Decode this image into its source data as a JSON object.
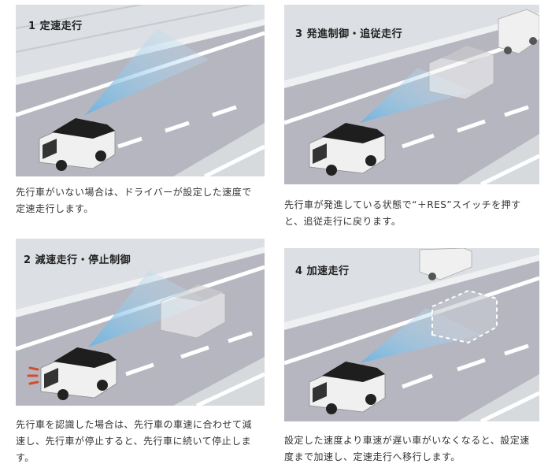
{
  "colors": {
    "road": "#b4b4be",
    "lane": "#ffffff",
    "wall": "#d8dce0",
    "beam": "#8fc6e6",
    "car_body": "#f2f2f2",
    "car_roof": "#1e1e1e",
    "brake": "#d94a2a"
  },
  "scenes": [
    {
      "label": "1 定速走行",
      "caption": "先行車がいない場合は、ドライバーが設定した速度で定速走行します。"
    },
    {
      "label": "3 発進制御・追従走行",
      "caption": "先行車が発進している状態で“＋RES”スイッチを押すと、追従走行に戻ります。"
    },
    {
      "label": "2 減速走行・停止制御",
      "caption": "先行車を認識した場合は、先行車の車速に合わせて減速し、先行車が停止すると、先行車に続いて停止します。"
    },
    {
      "label": "4 加速走行",
      "caption": "設定した速度より車速が遅い車がいなくなると、設定速度まで加速し、定速走行へ移行します。"
    }
  ]
}
